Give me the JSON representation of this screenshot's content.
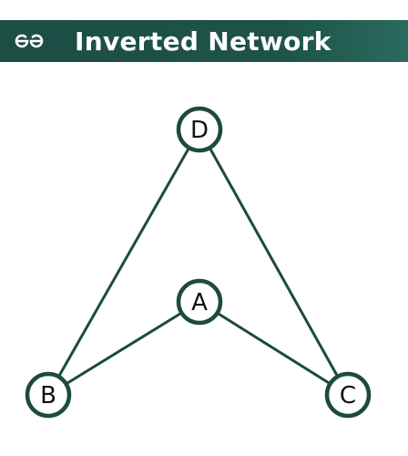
{
  "header": {
    "title": "Inverted Network"
  },
  "colors": {
    "banner": "#1e5349",
    "edge": "#1c4a40",
    "node_border": "#1c4a40",
    "node_fill": "#ffffff",
    "text": "#111111"
  },
  "diagram": {
    "nodes": [
      {
        "id": "D",
        "label": "D"
      },
      {
        "id": "A",
        "label": "A"
      },
      {
        "id": "B",
        "label": "B"
      },
      {
        "id": "C",
        "label": "C"
      }
    ],
    "edges": [
      {
        "from": "D",
        "to": "B"
      },
      {
        "from": "D",
        "to": "C"
      },
      {
        "from": "A",
        "to": "B"
      },
      {
        "from": "A",
        "to": "C"
      }
    ]
  }
}
